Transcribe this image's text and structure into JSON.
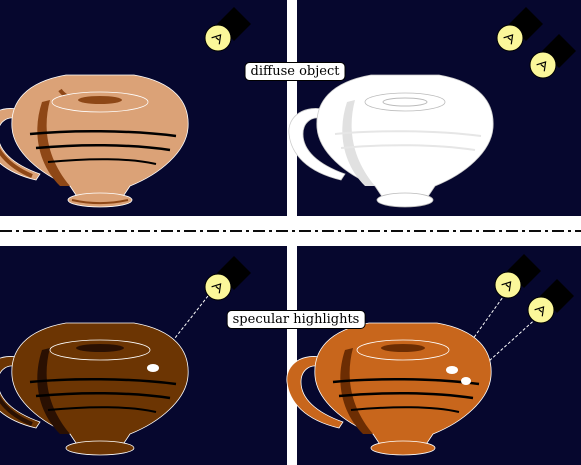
{
  "captions": {
    "top": "diffuse object",
    "bottom": "specular highlights"
  },
  "colors": {
    "panel_background": "#06072e",
    "separator_line": "#0c0c0c",
    "bulb_fill": "#fbf79a",
    "bulb_cap": "#000000",
    "vase_tan": "#dba277",
    "vase_tan_shadow": "#8e4716",
    "vase_white": "#ffffff",
    "vase_white_shadow": "#e1e1e1",
    "vase_brown": "#6c3503",
    "vase_brown_shadow": "#2a1002",
    "vase_orange": "#c8661c",
    "vase_orange_shadow": "#6c2d03",
    "vase_stripe": "#000000"
  },
  "panels": [
    {
      "id": "top-left",
      "vase": "tan",
      "lights": 1,
      "highlights": false
    },
    {
      "id": "top-right",
      "vase": "white",
      "lights": 2,
      "highlights": false
    },
    {
      "id": "bottom-left",
      "vase": "brown",
      "lights": 1,
      "highlights": true
    },
    {
      "id": "bottom-right",
      "vase": "orange",
      "lights": 2,
      "highlights": true
    }
  ]
}
